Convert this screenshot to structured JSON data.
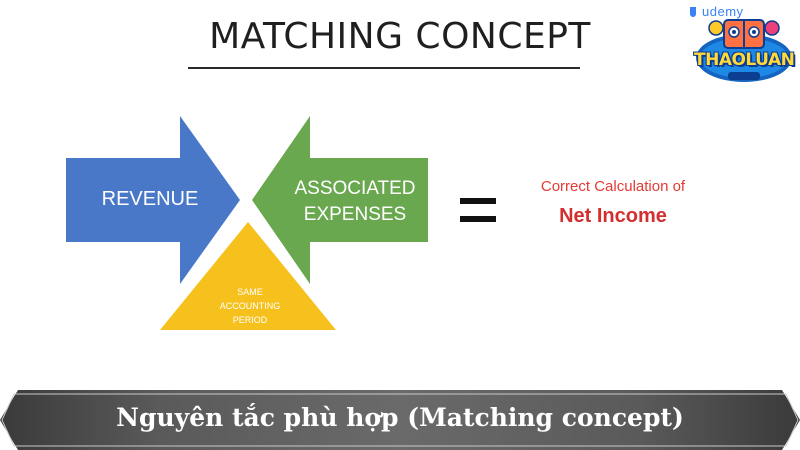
{
  "title": "MATCHING CONCEPT",
  "watermark": "udemy",
  "logo": {
    "text": "THAOLUAN",
    "icon": "book-mascot-logo"
  },
  "diagram": {
    "revenue_label": "REVENUE",
    "expenses_line1": "ASSOCIATED",
    "expenses_line2": "EXPENSES",
    "period_line1": "SAME",
    "period_line2": "ACCOUNTING",
    "period_line3": "PERIOD",
    "equals_symbol": "=",
    "result_line1": "Correct Calculation of",
    "result_line2": "Net Income"
  },
  "colors": {
    "revenue_arrow": "#4a78c9",
    "expenses_arrow": "#6aa84f",
    "period_triangle": "#f6c11c",
    "result_text": "#e53935"
  },
  "caption": "Nguyên tắc phù hợp (Matching concept)"
}
